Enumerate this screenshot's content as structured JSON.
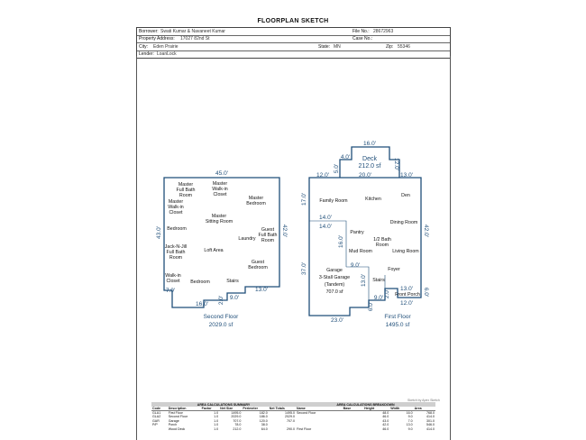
{
  "doc": {
    "title": "FLOORPLAN SKETCH"
  },
  "header": {
    "borrower_label": "Borrower:",
    "borrower": "Swati Kumar & Navaneet Kumar",
    "file_label": "File No.:",
    "file_no": "28672963",
    "address_label": "Property Address:",
    "address": "17027 82nd St",
    "case_label": "Case No.:",
    "case_no": "",
    "city_label": "City:",
    "city": "Eden Prairie",
    "state_label": "State:",
    "state": "MN",
    "zip_label": "Zip:",
    "zip": "55346",
    "lender_label": "Lender:",
    "lender": "LoanLock"
  },
  "second_floor": {
    "name": "Second Floor",
    "area": "2029.0 sf",
    "dims": {
      "top": "45.0'",
      "left": "43.0'",
      "right": "42.0'",
      "notch_left": "7.0'",
      "bottom": "16.0'",
      "step1": "2.0'",
      "step2": "9.0'",
      "step3": "13.0'"
    },
    "rooms": {
      "master_full_bath": [
        "Master",
        "Full Bath",
        "Room"
      ],
      "master_walkin_top": [
        "Master",
        "Walk-in",
        "Closet"
      ],
      "master_bedroom": [
        "Master",
        "Bedroom"
      ],
      "master_walkin_left": [
        "Master",
        "Walk-in",
        "Closet"
      ],
      "master_sitting": [
        "Master",
        "Sitting Room"
      ],
      "bedroom": [
        "Bedroom"
      ],
      "guest_full_bath": [
        "Guest",
        "Full Bath",
        "Room"
      ],
      "laundry": [
        "Laundry"
      ],
      "jack_jill": [
        "Jack-N-Jill",
        "Full Bath",
        "Room"
      ],
      "loft": [
        "Loft Area"
      ],
      "guest_bedroom": [
        "Guest",
        "Bedroom"
      ],
      "walkin_closet": [
        "Walk-in",
        "Closet"
      ],
      "bedroom2": [
        "Bedroom"
      ],
      "stairs": [
        "Stairs"
      ]
    }
  },
  "first_floor": {
    "name": "First Floor",
    "area": "1495.0 sf",
    "deck": {
      "label": "Deck",
      "area": "212.0 sf",
      "top": "16.0'",
      "left": "4.0'",
      "right": "12.0'",
      "left_vert": "5.0'",
      "bottom": "20.0'",
      "left_ext": "12.0'",
      "right_ext": "13.0'"
    },
    "dims": {
      "left_upper": "17.0'",
      "step_top": "14.0'",
      "step_bottom": "14.0'",
      "step_vert": "16.0'",
      "left_lower": "37.0'",
      "right": "42.0'",
      "bottom": "23.0'",
      "garage_depth": "9.0'",
      "inner_vert": "13.0'",
      "porch_left": "6.0'",
      "porch_bottom": "9.0'",
      "porch_mid": "2.0'",
      "porch_top": "13.0'",
      "porch_right": "6.0'",
      "porch_bot2": "12.0'"
    },
    "rooms": {
      "family": [
        "Family Room"
      ],
      "kitchen": [
        "Kitchen"
      ],
      "den": [
        "Den"
      ],
      "dining": [
        "Dining Room"
      ],
      "pantry": [
        "Pantry"
      ],
      "half_bath": [
        "1/2 Bath",
        "Room"
      ],
      "mud": [
        "Mud Room"
      ],
      "living": [
        "Living Room"
      ],
      "garage": [
        "Garage",
        "3-Stall Garage",
        "(Tandem)",
        "707.0 sf"
      ],
      "foyer": [
        "Foyer"
      ],
      "stairs": [
        "Stairs"
      ],
      "porch": [
        "Front Porch"
      ]
    }
  },
  "credit": "Sketch by Apex Sketch",
  "summary": {
    "caption": "AREA CALCULATIONS SUMMARY",
    "headers": [
      "Code",
      "Description",
      "Factor",
      "Net Size",
      "Perimeter",
      "Net Totals"
    ],
    "rows": [
      [
        "GLA1",
        "First Floor",
        "1.0",
        "1495.0",
        "182.0",
        "1495.0"
      ],
      [
        "GLA2",
        "Second Floor",
        "1.0",
        "2029.0",
        "186.0",
        "2029.0"
      ],
      [
        "GAR",
        "Garage",
        "1.0",
        "707.0",
        "120.0",
        "707.0"
      ],
      [
        "P/P",
        "Porch",
        "1.0",
        "78.0",
        "38.0",
        ""
      ],
      [
        "",
        "Wood Deck",
        "1.0",
        "212.0",
        "64.0",
        "290.0"
      ]
    ]
  },
  "breakdown": {
    "caption": "AREA CALCULATIONS BREAKDOWN",
    "headers": [
      "Name",
      "Base",
      "Height",
      "Width",
      "Area"
    ],
    "rows": [
      [
        "Second Floor",
        "",
        "48.0",
        "16.0",
        "768.0"
      ],
      [
        "",
        "",
        "46.0",
        "9.0",
        "414.0"
      ],
      [
        "",
        "",
        "43.0",
        "7.0",
        "301.0"
      ],
      [
        "",
        "",
        "42.0",
        "13.0",
        "546.0"
      ],
      [
        "First Floor",
        "",
        "46.0",
        "9.0",
        "414.0"
      ]
    ]
  }
}
